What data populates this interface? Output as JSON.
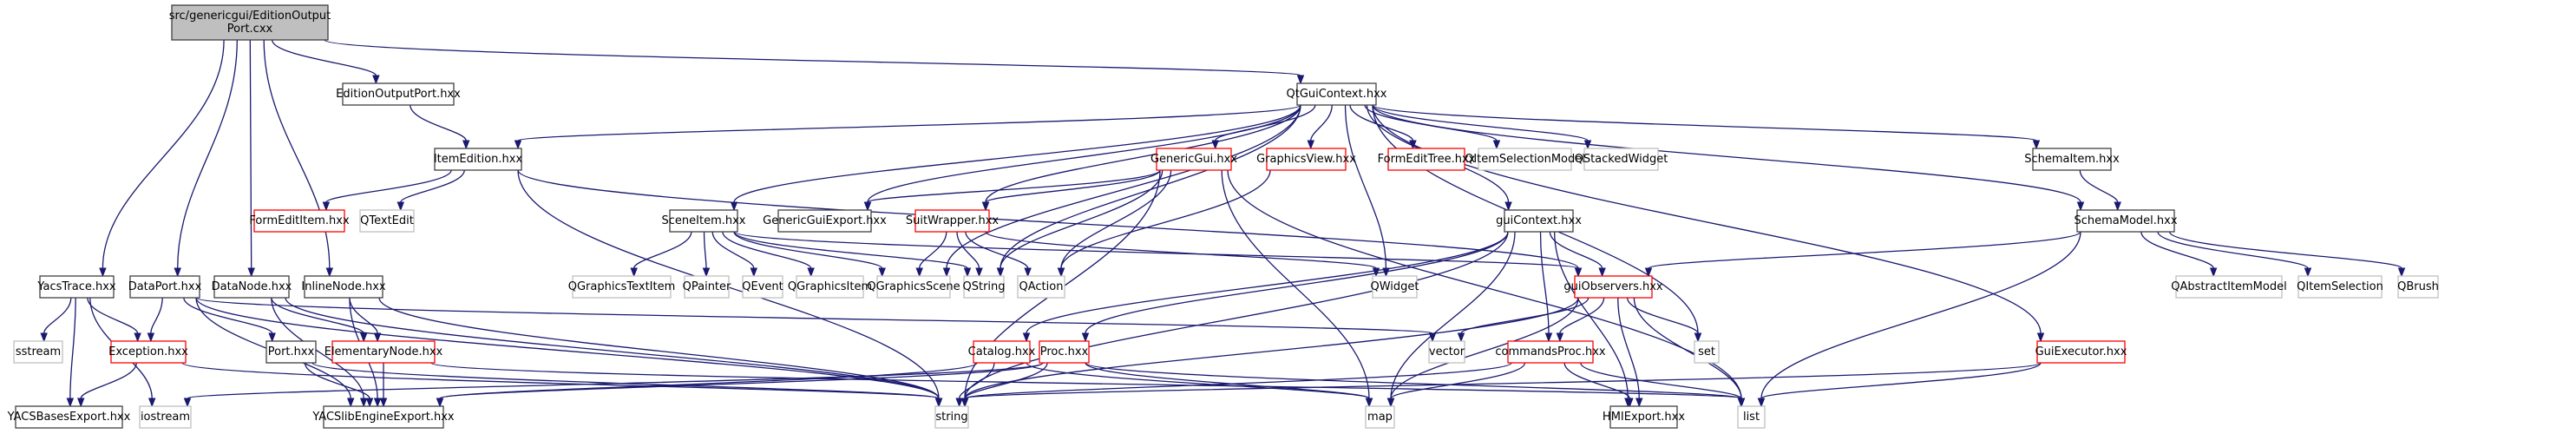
{
  "graph": {
    "title": "Include dependency graph for src/genericgui/EditionOutputPort.cxx",
    "colors": {
      "edge": "#191970",
      "root_fill": "#bfbfbf",
      "root_border": "#404040",
      "documented_border": "#404040",
      "truncated_border": "#ff0000",
      "external_border": "#bfbfbf"
    },
    "nodes": [
      {
        "id": "root",
        "label": "src/genericgui/EditionOutputPort.cxx",
        "lines": [
          "src/genericgui/EditionOutput",
          "Port.cxx"
        ],
        "kind": "root"
      },
      {
        "id": "EditionOutputPort_hxx",
        "label": "EditionOutputPort.hxx",
        "kind": "documented"
      },
      {
        "id": "QtGuiContext_hxx",
        "label": "QtGuiContext.hxx",
        "kind": "documented"
      },
      {
        "id": "ItemEdition_hxx",
        "label": "ItemEdition.hxx",
        "kind": "documented"
      },
      {
        "id": "FormEditItem_hxx",
        "label": "FormEditItem.hxx",
        "kind": "truncated"
      },
      {
        "id": "QTextEdit",
        "label": "QTextEdit",
        "kind": "external"
      },
      {
        "id": "GenericGui_hxx",
        "label": "GenericGui.hxx",
        "kind": "truncated"
      },
      {
        "id": "GraphicsView_hxx",
        "label": "GraphicsView.hxx",
        "kind": "truncated"
      },
      {
        "id": "FormEditTree_hxx",
        "label": "FormEditTree.hxx",
        "kind": "truncated"
      },
      {
        "id": "QItemSelectionModel",
        "label": "QItemSelectionModel",
        "kind": "external"
      },
      {
        "id": "QStackedWidget",
        "label": "QStackedWidget",
        "kind": "external"
      },
      {
        "id": "SchemaItem_hxx",
        "label": "SchemaItem.hxx",
        "kind": "documented"
      },
      {
        "id": "SceneItem_hxx",
        "label": "SceneItem.hxx",
        "kind": "documented"
      },
      {
        "id": "GenericGuiExport_hxx",
        "label": "GenericGuiExport.hxx",
        "kind": "documented"
      },
      {
        "id": "SuitWrapper_hxx",
        "label": "SuitWrapper.hxx",
        "kind": "truncated"
      },
      {
        "id": "guiContext_hxx",
        "label": "guiContext.hxx",
        "kind": "documented"
      },
      {
        "id": "SchemaModel_hxx",
        "label": "SchemaModel.hxx",
        "kind": "documented"
      },
      {
        "id": "QGraphicsTextItem",
        "label": "QGraphicsTextItem",
        "kind": "external"
      },
      {
        "id": "QPainter",
        "label": "QPainter",
        "kind": "external"
      },
      {
        "id": "QEvent",
        "label": "QEvent",
        "kind": "external"
      },
      {
        "id": "QGraphicsItem",
        "label": "QGraphicsItem",
        "kind": "external"
      },
      {
        "id": "QGraphicsScene",
        "label": "QGraphicsScene",
        "kind": "external"
      },
      {
        "id": "QString",
        "label": "QString",
        "kind": "external"
      },
      {
        "id": "QAction",
        "label": "QAction",
        "kind": "external"
      },
      {
        "id": "QWidget",
        "label": "QWidget",
        "kind": "external"
      },
      {
        "id": "guiObservers_hxx",
        "label": "guiObservers.hxx",
        "kind": "truncated"
      },
      {
        "id": "QAbstractItemModel",
        "label": "QAbstractItemModel",
        "kind": "external"
      },
      {
        "id": "QItemSelection",
        "label": "QItemSelection",
        "kind": "external"
      },
      {
        "id": "QBrush",
        "label": "QBrush",
        "kind": "external"
      },
      {
        "id": "YacsTrace_hxx",
        "label": "YacsTrace.hxx",
        "kind": "documented"
      },
      {
        "id": "DataPort_hxx",
        "label": "DataPort.hxx",
        "kind": "documented"
      },
      {
        "id": "DataNode_hxx",
        "label": "DataNode.hxx",
        "kind": "documented"
      },
      {
        "id": "InlineNode_hxx",
        "label": "InlineNode.hxx",
        "kind": "documented"
      },
      {
        "id": "sstream",
        "label": "sstream",
        "kind": "external"
      },
      {
        "id": "Exception_hxx",
        "label": "Exception.hxx",
        "kind": "truncated"
      },
      {
        "id": "Port_hxx",
        "label": "Port.hxx",
        "kind": "documented"
      },
      {
        "id": "ElementaryNode_hxx",
        "label": "ElementaryNode.hxx",
        "kind": "truncated"
      },
      {
        "id": "vector",
        "label": "vector",
        "kind": "external"
      },
      {
        "id": "Catalog_hxx",
        "label": "Catalog.hxx",
        "kind": "truncated"
      },
      {
        "id": "Proc_hxx",
        "label": "Proc.hxx",
        "kind": "truncated"
      },
      {
        "id": "commandsProc_hxx",
        "label": "commandsProc.hxx",
        "kind": "truncated"
      },
      {
        "id": "set",
        "label": "set",
        "kind": "external"
      },
      {
        "id": "GuiExecutor_hxx",
        "label": "GuiExecutor.hxx",
        "kind": "truncated"
      },
      {
        "id": "YACSBasesExport_hxx",
        "label": "YACSBasesExport.hxx",
        "kind": "documented"
      },
      {
        "id": "iostream",
        "label": "iostream",
        "kind": "external"
      },
      {
        "id": "YACSlibEngineExport_hxx",
        "label": "YACSlibEngineExport.hxx",
        "kind": "documented"
      },
      {
        "id": "string",
        "label": "string",
        "kind": "external"
      },
      {
        "id": "map",
        "label": "map",
        "kind": "external"
      },
      {
        "id": "HMIExport_hxx",
        "label": "HMIExport.hxx",
        "kind": "documented"
      },
      {
        "id": "list",
        "label": "list",
        "kind": "external"
      }
    ],
    "edges": [
      [
        "root",
        "EditionOutputPort_hxx"
      ],
      [
        "root",
        "QtGuiContext_hxx"
      ],
      [
        "root",
        "YacsTrace_hxx"
      ],
      [
        "root",
        "DataPort_hxx"
      ],
      [
        "root",
        "DataNode_hxx"
      ],
      [
        "root",
        "InlineNode_hxx"
      ],
      [
        "EditionOutputPort_hxx",
        "ItemEdition_hxx"
      ],
      [
        "ItemEdition_hxx",
        "FormEditItem_hxx"
      ],
      [
        "ItemEdition_hxx",
        "QTextEdit"
      ],
      [
        "ItemEdition_hxx",
        "string"
      ],
      [
        "ItemEdition_hxx",
        "guiObservers_hxx"
      ],
      [
        "QtGuiContext_hxx",
        "ItemEdition_hxx"
      ],
      [
        "QtGuiContext_hxx",
        "GenericGui_hxx"
      ],
      [
        "QtGuiContext_hxx",
        "GraphicsView_hxx"
      ],
      [
        "QtGuiContext_hxx",
        "FormEditTree_hxx"
      ],
      [
        "QtGuiContext_hxx",
        "QItemSelectionModel"
      ],
      [
        "QtGuiContext_hxx",
        "QStackedWidget"
      ],
      [
        "QtGuiContext_hxx",
        "SchemaItem_hxx"
      ],
      [
        "QtGuiContext_hxx",
        "SchemaModel_hxx"
      ],
      [
        "QtGuiContext_hxx",
        "SceneItem_hxx"
      ],
      [
        "QtGuiContext_hxx",
        "GenericGuiExport_hxx"
      ],
      [
        "QtGuiContext_hxx",
        "SuitWrapper_hxx"
      ],
      [
        "QtGuiContext_hxx",
        "QGraphicsScene"
      ],
      [
        "QtGuiContext_hxx",
        "QString"
      ],
      [
        "QtGuiContext_hxx",
        "QWidget"
      ],
      [
        "QtGuiContext_hxx",
        "guiContext_hxx"
      ],
      [
        "QtGuiContext_hxx",
        "set"
      ],
      [
        "QtGuiContext_hxx",
        "GuiExecutor_hxx"
      ],
      [
        "GenericGui_hxx",
        "GenericGuiExport_hxx"
      ],
      [
        "GenericGui_hxx",
        "SuitWrapper_hxx"
      ],
      [
        "GenericGui_hxx",
        "QString"
      ],
      [
        "GenericGui_hxx",
        "QAction"
      ],
      [
        "GenericGui_hxx",
        "string"
      ],
      [
        "GenericGui_hxx",
        "map"
      ],
      [
        "GenericGui_hxx",
        "list"
      ],
      [
        "GraphicsView_hxx",
        "QAction"
      ],
      [
        "SchemaItem_hxx",
        "SchemaModel_hxx"
      ],
      [
        "SceneItem_hxx",
        "QGraphicsTextItem"
      ],
      [
        "SceneItem_hxx",
        "QPainter"
      ],
      [
        "SceneItem_hxx",
        "QEvent"
      ],
      [
        "SceneItem_hxx",
        "QGraphicsItem"
      ],
      [
        "SceneItem_hxx",
        "QGraphicsScene"
      ],
      [
        "SceneItem_hxx",
        "QString"
      ],
      [
        "SceneItem_hxx",
        "guiObservers_hxx"
      ],
      [
        "SuitWrapper_hxx",
        "QGraphicsScene"
      ],
      [
        "SuitWrapper_hxx",
        "QString"
      ],
      [
        "SuitWrapper_hxx",
        "QAction"
      ],
      [
        "SuitWrapper_hxx",
        "QWidget"
      ],
      [
        "guiContext_hxx",
        "guiObservers_hxx"
      ],
      [
        "guiContext_hxx",
        "commandsProc_hxx"
      ],
      [
        "guiContext_hxx",
        "Catalog_hxx"
      ],
      [
        "guiContext_hxx",
        "Proc_hxx"
      ],
      [
        "guiContext_hxx",
        "string"
      ],
      [
        "guiContext_hxx",
        "map"
      ],
      [
        "guiContext_hxx",
        "HMIExport_hxx"
      ],
      [
        "SchemaModel_hxx",
        "guiObservers_hxx"
      ],
      [
        "SchemaModel_hxx",
        "QAbstractItemModel"
      ],
      [
        "SchemaModel_hxx",
        "QItemSelection"
      ],
      [
        "SchemaModel_hxx",
        "QBrush"
      ],
      [
        "SchemaModel_hxx",
        "list"
      ],
      [
        "guiObservers_hxx",
        "vector"
      ],
      [
        "guiObservers_hxx",
        "commandsProc_hxx"
      ],
      [
        "guiObservers_hxx",
        "set"
      ],
      [
        "guiObservers_hxx",
        "string"
      ],
      [
        "guiObservers_hxx",
        "map"
      ],
      [
        "guiObservers_hxx",
        "HMIExport_hxx"
      ],
      [
        "guiObservers_hxx",
        "list"
      ],
      [
        "YacsTrace_hxx",
        "sstream"
      ],
      [
        "YacsTrace_hxx",
        "Exception_hxx"
      ],
      [
        "YacsTrace_hxx",
        "YACSBasesExport_hxx"
      ],
      [
        "YacsTrace_hxx",
        "iostream"
      ],
      [
        "DataPort_hxx",
        "Exception_hxx"
      ],
      [
        "DataPort_hxx",
        "Port_hxx"
      ],
      [
        "DataPort_hxx",
        "YACSlibEngineExport_hxx"
      ],
      [
        "DataPort_hxx",
        "string"
      ],
      [
        "DataPort_hxx",
        "vector"
      ],
      [
        "DataNode_hxx",
        "ElementaryNode_hxx"
      ],
      [
        "DataNode_hxx",
        "YACSlibEngineExport_hxx"
      ],
      [
        "DataNode_hxx",
        "string"
      ],
      [
        "InlineNode_hxx",
        "ElementaryNode_hxx"
      ],
      [
        "InlineNode_hxx",
        "YACSlibEngineExport_hxx"
      ],
      [
        "InlineNode_hxx",
        "string"
      ],
      [
        "Exception_hxx",
        "YACSBasesExport_hxx"
      ],
      [
        "Exception_hxx",
        "string"
      ],
      [
        "Port_hxx",
        "YACSlibEngineExport_hxx"
      ],
      [
        "Port_hxx",
        "string"
      ],
      [
        "ElementaryNode_hxx",
        "YACSlibEngineExport_hxx"
      ],
      [
        "ElementaryNode_hxx",
        "list"
      ],
      [
        "Catalog_hxx",
        "YACSlibEngineExport_hxx"
      ],
      [
        "Catalog_hxx",
        "string"
      ],
      [
        "Catalog_hxx",
        "map"
      ],
      [
        "Proc_hxx",
        "YACSlibEngineExport_hxx"
      ],
      [
        "Proc_hxx",
        "iostream"
      ],
      [
        "Proc_hxx",
        "string"
      ],
      [
        "Proc_hxx",
        "map"
      ],
      [
        "Proc_hxx",
        "list"
      ],
      [
        "commandsProc_hxx",
        "string"
      ],
      [
        "commandsProc_hxx",
        "map"
      ],
      [
        "commandsProc_hxx",
        "HMIExport_hxx"
      ],
      [
        "commandsProc_hxx",
        "list"
      ],
      [
        "GuiExecutor_hxx",
        "string"
      ],
      [
        "GuiExecutor_hxx",
        "list"
      ]
    ]
  }
}
